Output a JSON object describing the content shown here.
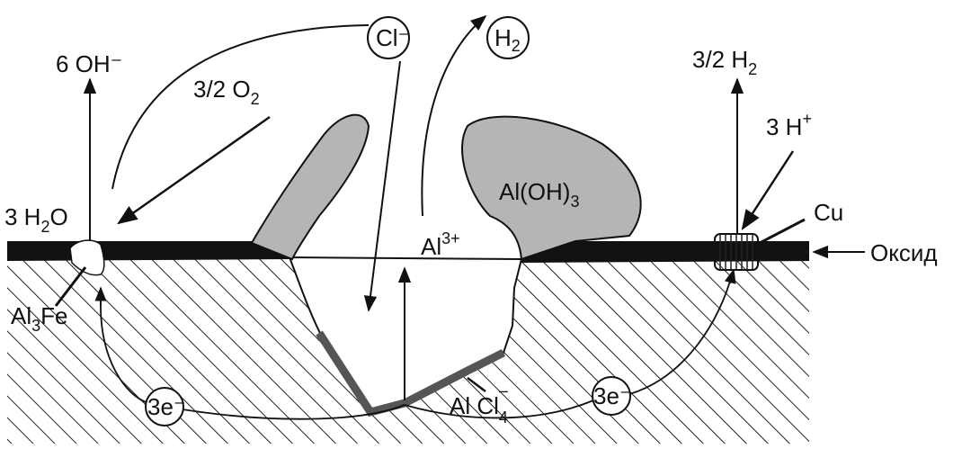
{
  "labels": {
    "hydroxide": "6 OH⁻",
    "oxygen_main": "3/2 O",
    "oxygen_sub": "2",
    "water_main": "3 H",
    "water_sub": "2",
    "water_tail": "O",
    "chloride": "Cl⁻",
    "hydrogen_main": "H",
    "hydrogen_sub": "2",
    "aluminium_ion_main": "Al",
    "aluminium_ion_sup": "3+",
    "hydroxide_product_main": "Al(OH)",
    "hydroxide_product_sub": "3",
    "h2_right_main": "3/2 H",
    "h2_right_sub": "2",
    "protons_main": "3 H",
    "protons_sup": "+",
    "copper": "Cu",
    "oxide": "Оксид",
    "intermetallic_main": "Al",
    "intermetallic_sub": "3",
    "intermetallic_tail": "Fe",
    "electrons_left": "3e⁻",
    "electrons_right": "3e⁻",
    "alcl4_main": "Al Cl",
    "alcl4_sub": "4",
    "alcl4_sup": "–"
  },
  "colors": {
    "deposit_gray": "#b5b5b5",
    "oxide_black": "#111111",
    "pit_rim": "#555555"
  }
}
